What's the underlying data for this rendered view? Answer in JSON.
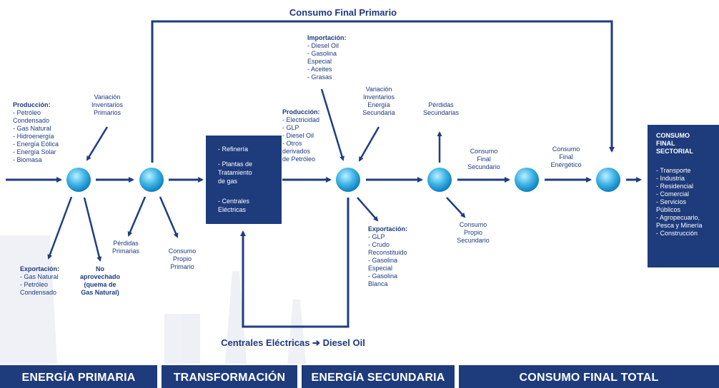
{
  "top_flow_label": "Consumo Final Primario",
  "bottom_flow_label": "Centrales Eléctricas ➔ Diesel Oil",
  "produccion_primaria": {
    "title": "Producción:",
    "items": [
      "- Petróleo",
      "  Condensado",
      "- Gas Natural",
      "- Hidroenergía",
      "- Energía Eólica",
      "- Energía Solar",
      "- Biomasa"
    ]
  },
  "variacion_primarios": [
    "Variación",
    "Inventarios",
    "Primarios"
  ],
  "exportacion_primaria": {
    "title": "Exportación:",
    "items": [
      "- Gas Natural",
      "- Petróleo",
      "  Condensado"
    ]
  },
  "no_aprovechado": [
    "No",
    "aprovechado",
    "(quema de",
    "Gas Natural)"
  ],
  "perdidas_primarias": [
    "Pérdidas",
    "Primarias"
  ],
  "consumo_propio_primario": [
    "Consumo",
    "Propio",
    "Primario"
  ],
  "transformacion_box": {
    "items": [
      "- Refinería",
      "- Plantas de",
      "  Tratamiento",
      "  de gas",
      "- Centrales",
      "  Eléctricas"
    ]
  },
  "produccion_secundaria": {
    "title": "Producción:",
    "items": [
      "- Electricidad",
      "- GLP",
      "- Diesel Oil",
      "- Otros",
      "  derivados",
      "  de Petróleo"
    ]
  },
  "importacion": {
    "title": "Importación:",
    "items": [
      "- Diesel Oil",
      "- Gasolina",
      "  Especial",
      "- Aceites",
      "- Grasas"
    ]
  },
  "variacion_secundaria": [
    "Variación",
    "Inventarios",
    "Energía",
    "Secundaria"
  ],
  "exportacion_secundaria": {
    "title": "Exportación:",
    "items": [
      "- GLP",
      "- Crudo",
      "  Reconstituido",
      "- Gasolina",
      "  Especial",
      "- Gasolina",
      "  Blanca"
    ]
  },
  "perdidas_secundarias": [
    "Pérdidas",
    "Secundarias"
  ],
  "consumo_final_secundario": [
    "Consumo",
    "Final",
    "Secundario"
  ],
  "consumo_propio_secundario": [
    "Consumo",
    "Propio",
    "Secundario"
  ],
  "consumo_final_energetico": [
    "Consumo",
    "Final",
    "Energético"
  ],
  "consumo_sectorial": {
    "title": [
      "CONSUMO",
      "FINAL",
      "SECTORIAL"
    ],
    "items": [
      "- Transporte",
      "- Industria",
      "- Residencial",
      "- Comercial",
      "- Servicios",
      "  Públicos",
      "- Agropecuario,",
      "  Pesca y Minería",
      "- Construcción"
    ]
  },
  "bands": {
    "primaria": "ENERGÍA PRIMARIA",
    "transformacion": "TRANSFORMACIÓN",
    "secundaria": "ENERGÍA SECUNDARIA",
    "consumo": "CONSUMO FINAL TOTAL"
  },
  "colors": {
    "navy": "#1d3a7e",
    "band": "#1e3b7c",
    "node_light": "#9fe0fa",
    "node_dark": "#1a9ad6"
  }
}
